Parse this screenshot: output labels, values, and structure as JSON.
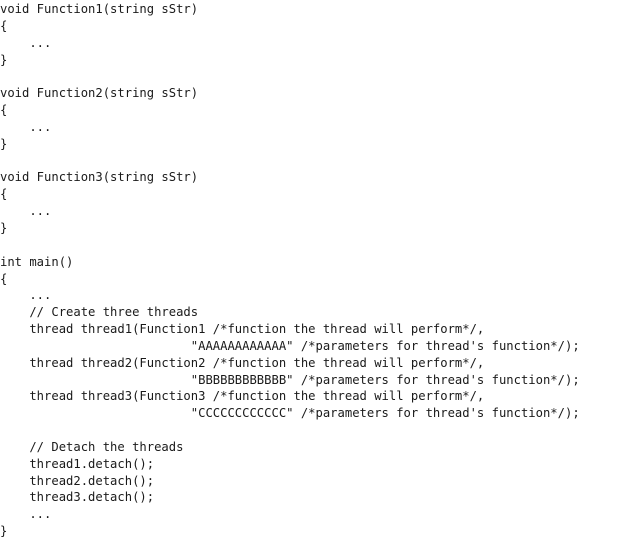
{
  "code": {
    "lines": [
      "void Function1(string sStr)",
      "{",
      "    ...",
      "}",
      "",
      "void Function2(string sStr)",
      "{",
      "    ...",
      "}",
      "",
      "void Function3(string sStr)",
      "{",
      "    ...",
      "}",
      "",
      "int main()",
      "{",
      "    ...",
      "    // Create three threads",
      "    thread thread1(Function1 /*function the thread will perform*/,",
      "                          \"AAAAAAAAAAAA\" /*parameters for thread's function*/);",
      "    thread thread2(Function2 /*function the thread will perform*/,",
      "                          \"BBBBBBBBBBBB\" /*parameters for thread's function*/);",
      "    thread thread3(Function3 /*function the thread will perform*/,",
      "                          \"CCCCCCCCCCCC\" /*parameters for thread's function*/);",
      "",
      "    // Detach the threads",
      "    thread1.detach();",
      "    thread2.detach();",
      "    thread3.detach();",
      "    ...",
      "}"
    ]
  }
}
